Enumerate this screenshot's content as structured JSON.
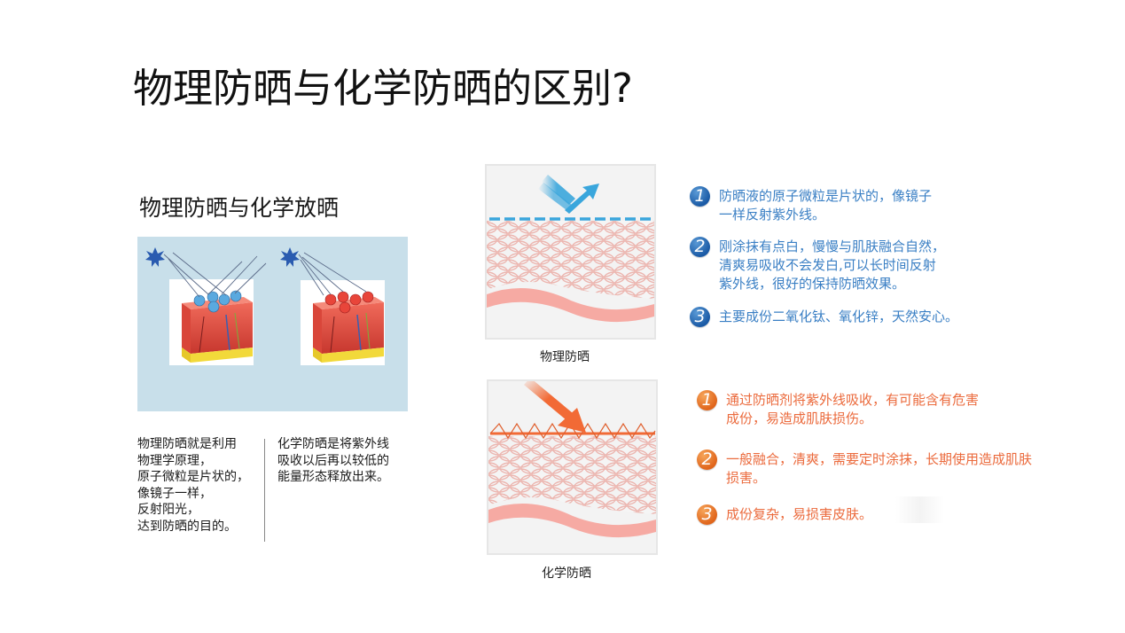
{
  "title": "物理防晒与化学防晒的区别?",
  "left_section": {
    "subtitle": "物理防晒与化学放晒",
    "illustration": {
      "left_label": "physical-sunscreen-skin-diagram",
      "right_label": "chemical-sunscreen-skin-diagram",
      "background_color": "#c8dfea"
    },
    "physical_description": [
      "物理防晒就是利用",
      "物理学原理，",
      "原子微粒是片状的，",
      "像镜子一样，",
      "反射阳光，",
      "达到防晒的目的。"
    ],
    "chemical_description": [
      "化学防晒是将紫外线",
      "吸收以后再以较低的",
      "能量形态释放出来。"
    ]
  },
  "physical": {
    "caption": "物理防晒",
    "accent_color": "#3aa6dc",
    "points": [
      {
        "num": "1",
        "lines": [
          "防晒液的原子微粒是片状的，像镜子",
          "一样反射紫外线。"
        ]
      },
      {
        "num": "2",
        "lines": [
          "刚涂抹有点白，慢慢与肌肤融合自然，",
          "清爽易吸收不会发白,可以长时间反射",
          "紫外线，很好的保持防晒效果。"
        ]
      },
      {
        "num": "3",
        "lines": [
          "主要成份二氧化钛、氧化锌，天然安心。"
        ]
      }
    ]
  },
  "chemical": {
    "caption": "化学防晒",
    "accent_color": "#f26a35",
    "points": [
      {
        "num": "1",
        "lines": [
          "通过防晒剂将紫外线吸收，有可能含有危害",
          "成份，易造成肌肤损伤。"
        ]
      },
      {
        "num": "2",
        "lines": [
          "一般融合，清爽，需要定时涂抹，长期使用造成肌肤",
          "损害。"
        ]
      },
      {
        "num": "3",
        "lines": [
          "成份复杂，易损害皮肤。"
        ]
      }
    ]
  }
}
